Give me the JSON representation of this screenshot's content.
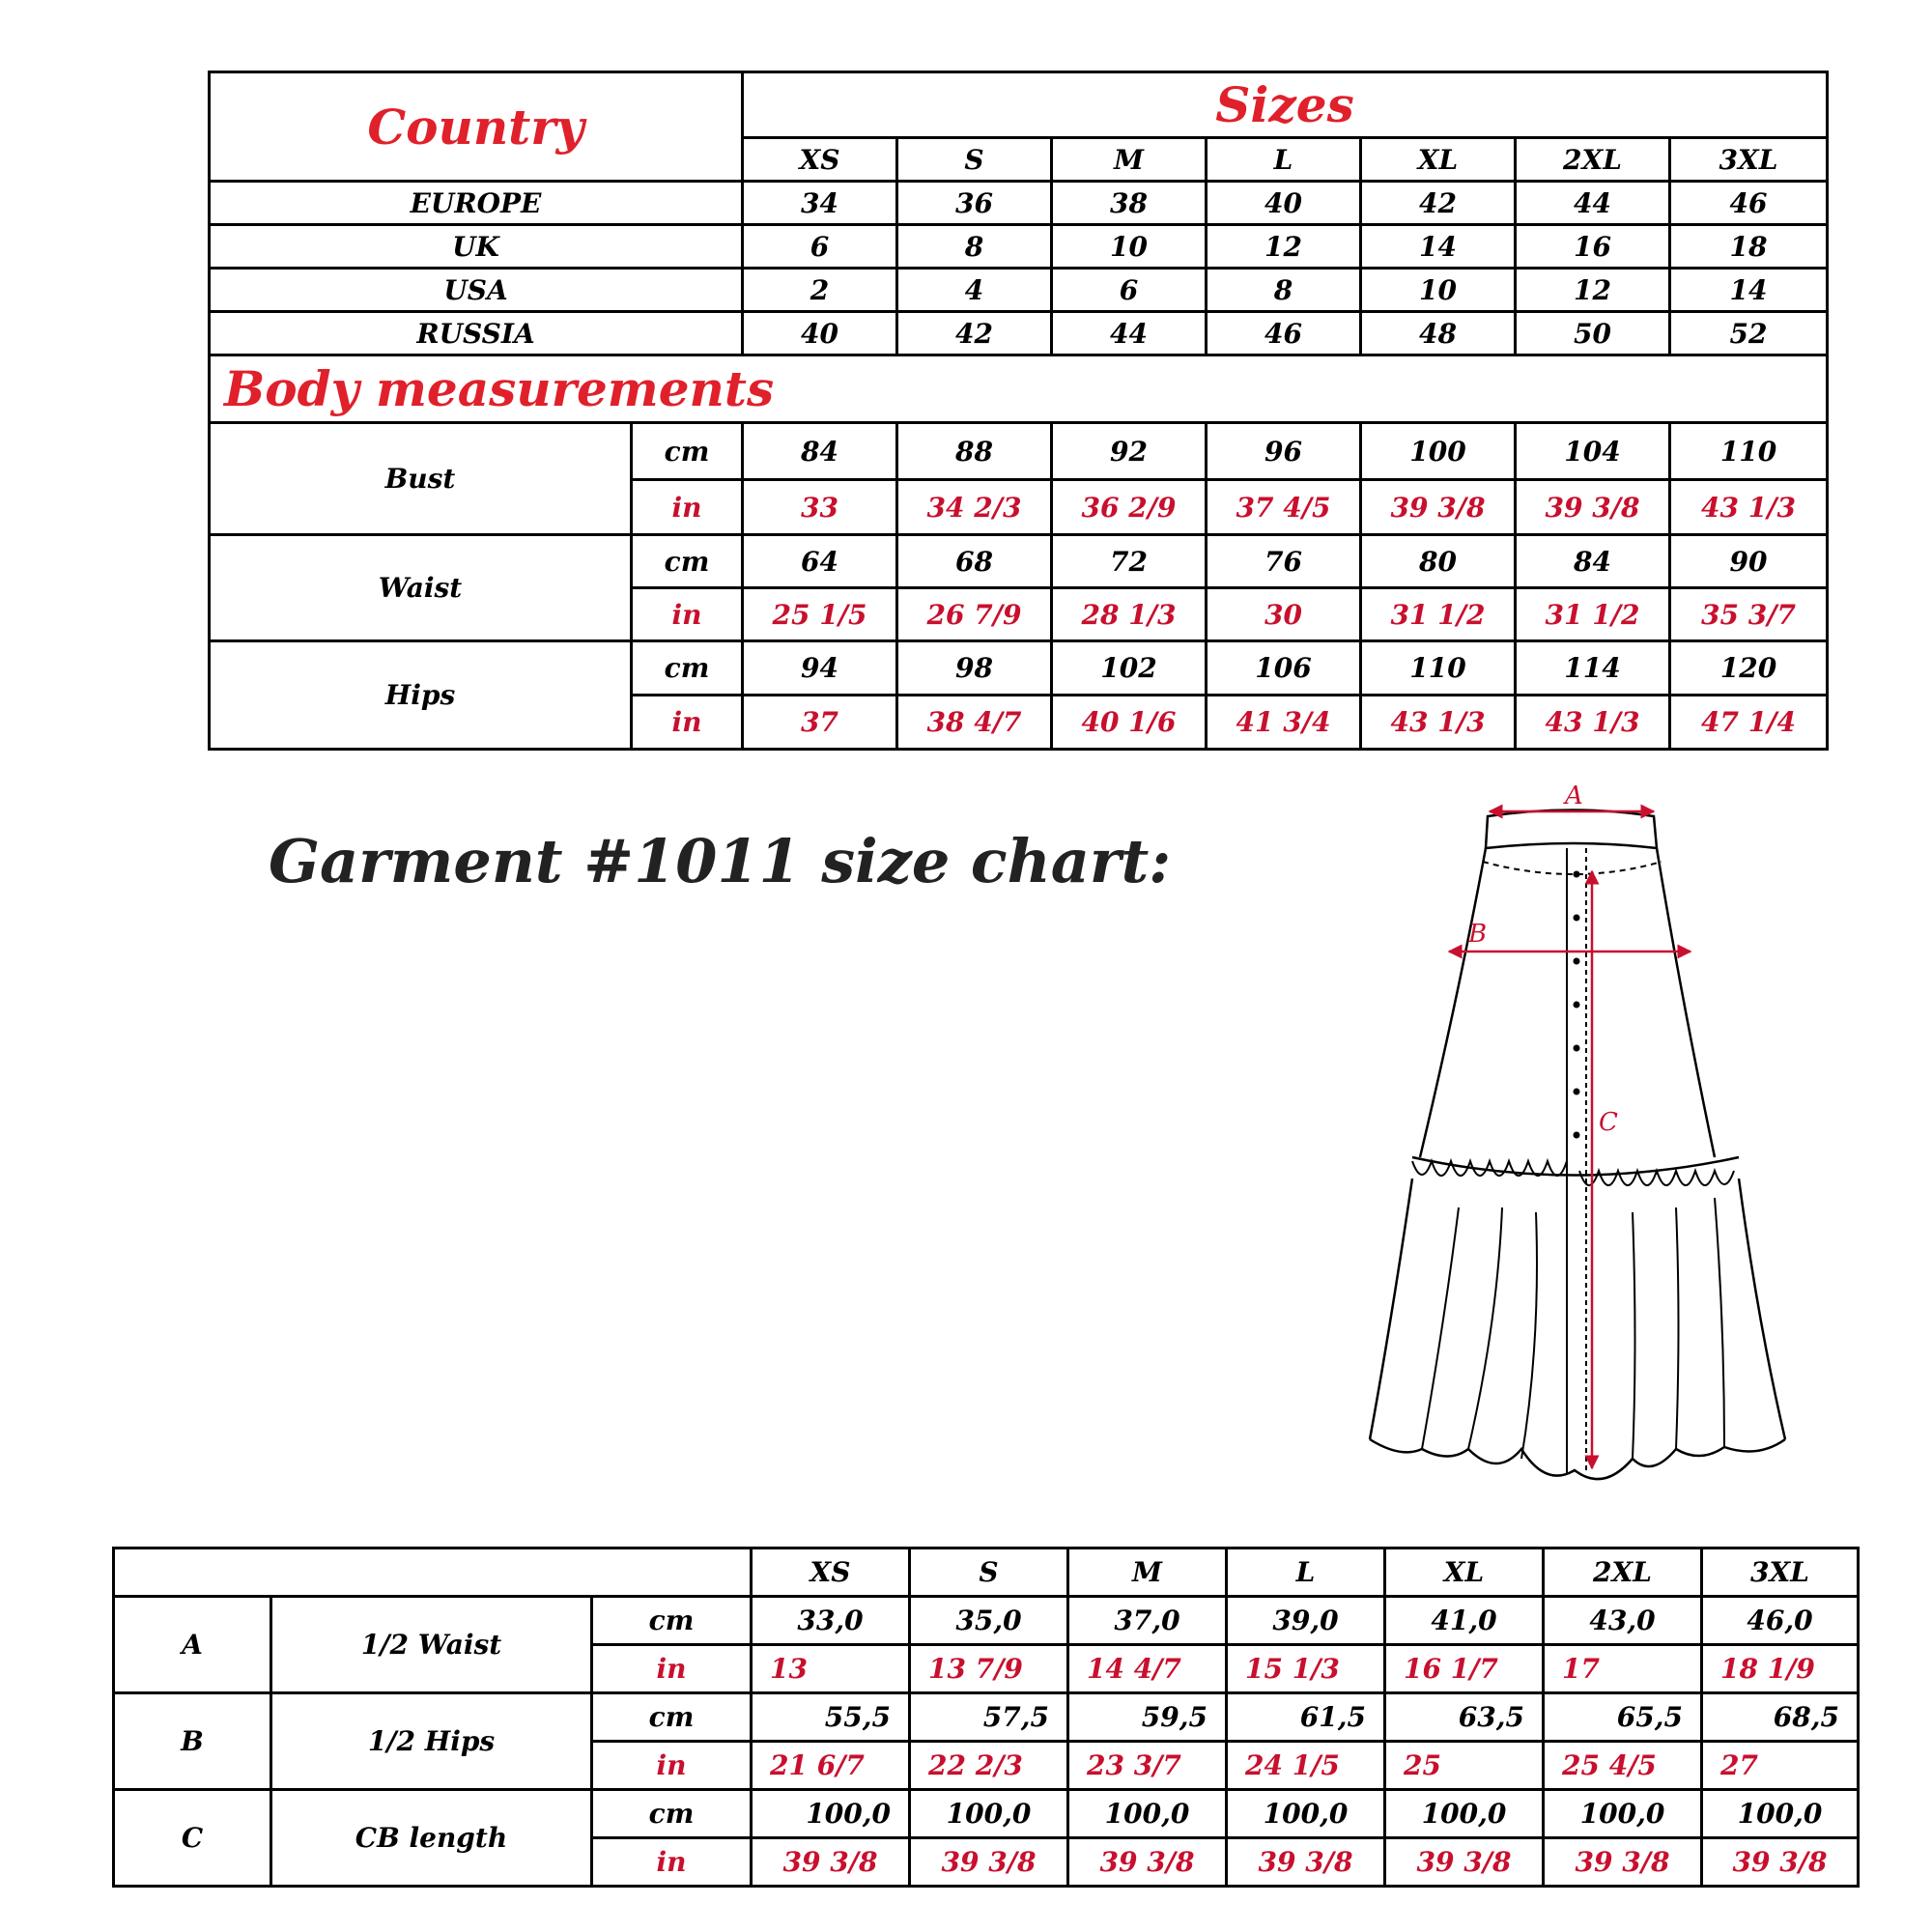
{
  "size_table": {
    "country_header": "Country",
    "sizes_header": "Sizes",
    "sizes": [
      "XS",
      "S",
      "M",
      "L",
      "XL",
      "2XL",
      "3XL"
    ],
    "countries": [
      {
        "name": "EUROPE",
        "values": [
          "34",
          "36",
          "38",
          "40",
          "42",
          "44",
          "46"
        ]
      },
      {
        "name": "UK",
        "values": [
          "6",
          "8",
          "10",
          "12",
          "14",
          "16",
          "18"
        ]
      },
      {
        "name": "USA",
        "values": [
          "2",
          "4",
          "6",
          "8",
          "10",
          "12",
          "14"
        ]
      },
      {
        "name": "RUSSIA",
        "values": [
          "40",
          "42",
          "44",
          "46",
          "48",
          "50",
          "52"
        ]
      }
    ],
    "body_header": "Body measurements",
    "measurements": [
      {
        "name": "Bust",
        "cm_label": "cm",
        "in_label": "in",
        "cm": [
          "84",
          "88",
          "92",
          "96",
          "100",
          "104",
          "110"
        ],
        "in": [
          "33",
          "34 2/3",
          "36 2/9",
          "37 4/5",
          "39 3/8",
          "39 3/8",
          "43 1/3"
        ]
      },
      {
        "name": "Waist",
        "cm_label": "cm",
        "in_label": "in",
        "cm": [
          "64",
          "68",
          "72",
          "76",
          "80",
          "84",
          "90"
        ],
        "in": [
          "25 1/5",
          "26 7/9",
          "28 1/3",
          "30",
          "31 1/2",
          "31 1/2",
          "35 3/7"
        ]
      },
      {
        "name": "Hips",
        "cm_label": "cm",
        "in_label": "in",
        "cm": [
          "94",
          "98",
          "102",
          "106",
          "110",
          "114",
          "120"
        ],
        "in": [
          "37",
          "38 4/7",
          "40 1/6",
          "41 3/4",
          "43 1/3",
          "43 1/3",
          "47 1/4"
        ]
      }
    ]
  },
  "garment": {
    "title": "Garment #1011 size chart:",
    "diagram_labels": {
      "a": "A",
      "b": "B",
      "c": "C"
    },
    "colors": {
      "measure_line": "#c8102e",
      "outline": "#000000"
    }
  },
  "garment_table": {
    "sizes": [
      "XS",
      "S",
      "M",
      "L",
      "XL",
      "2XL",
      "3XL"
    ],
    "rows": [
      {
        "code": "A",
        "name": "1/2 Waist",
        "cm_label": "cm",
        "in_label": "in",
        "cm": [
          "33,0",
          "35,0",
          "37,0",
          "39,0",
          "41,0",
          "43,0",
          "46,0"
        ],
        "in": [
          "13",
          "13 7/9",
          "14 4/7",
          "15 1/3",
          "16 1/7",
          "17",
          "18 1/9"
        ]
      },
      {
        "code": "B",
        "name": "1/2 Hips",
        "cm_label": "cm",
        "in_label": "in",
        "cm": [
          "55,5",
          "57,5",
          "59,5",
          "61,5",
          "63,5",
          "65,5",
          "68,5"
        ],
        "in": [
          "21 6/7",
          "22 2/3",
          "23 3/7",
          "24 1/5",
          "25",
          "25 4/5",
          "27"
        ]
      },
      {
        "code": "C",
        "name": "CB length",
        "cm_label": "cm",
        "in_label": "in",
        "cm": [
          "100,0",
          "100,0",
          "100,0",
          "100,0",
          "100,0",
          "100,0",
          "100,0"
        ],
        "in": [
          "39 3/8",
          "39 3/8",
          "39 3/8",
          "39 3/8",
          "39 3/8",
          "39 3/8",
          "39 3/8"
        ]
      }
    ]
  }
}
